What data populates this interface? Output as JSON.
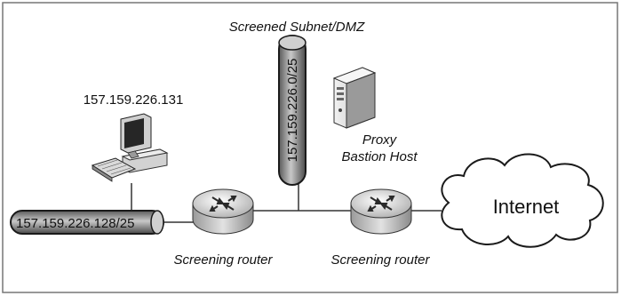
{
  "diagram": {
    "title": "Screened Subnet/DMZ",
    "workstation": {
      "ip": "157.159.226.131",
      "icon": "desktop-computer-icon"
    },
    "internal_subnet": {
      "label": "157.159.226.128/25"
    },
    "dmz_subnet": {
      "label": "157.159.226.0/25"
    },
    "proxy": {
      "line1": "Proxy",
      "line2": "Bastion Host",
      "icon": "server-tower-icon"
    },
    "router_inner": {
      "label": "Screening router",
      "icon": "router-icon"
    },
    "router_outer": {
      "label": "Screening router",
      "icon": "router-icon"
    },
    "internet": {
      "label": "Internet",
      "icon": "cloud-icon"
    }
  },
  "colors": {
    "cable_fill": "#8a8a8a",
    "cable_edge": "#1a1a1a",
    "router_fill": "#d8d8d8",
    "line": "#333333",
    "frame": "#777777"
  }
}
